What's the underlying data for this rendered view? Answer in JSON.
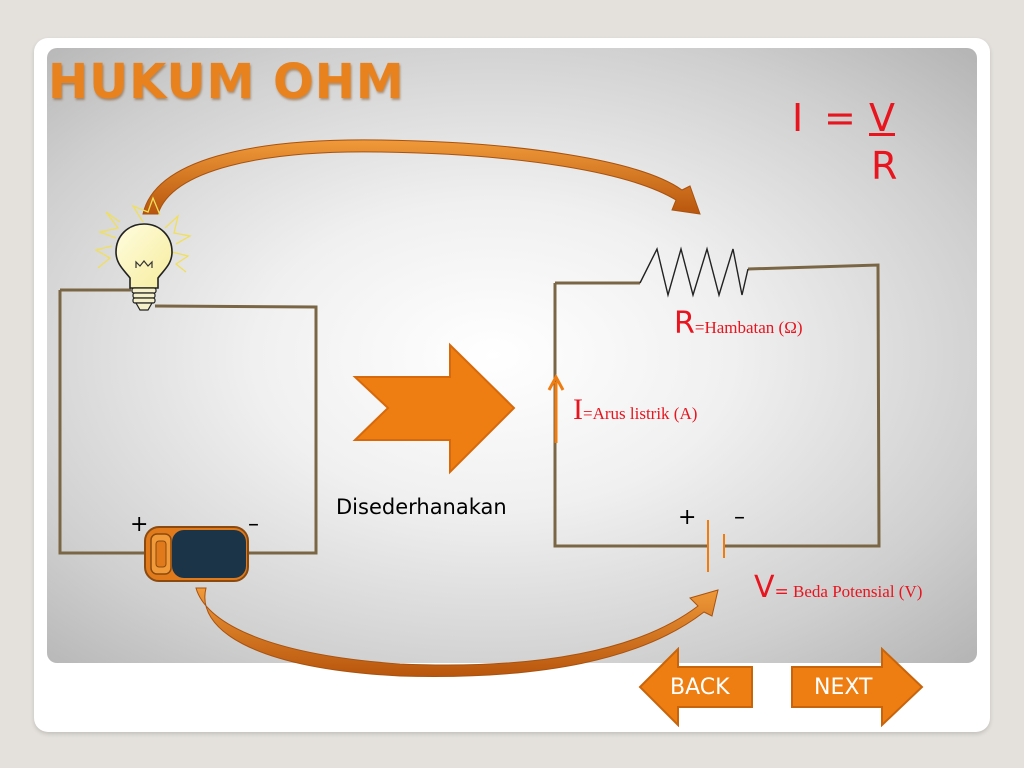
{
  "slide": {
    "title": "HUKUM OHM",
    "formula": {
      "lhs": "I",
      "equals": "=",
      "numerator": "V",
      "denominator": "R"
    },
    "simplify_label": "Disederhanakan",
    "left_circuit": {
      "plus": "+",
      "minus": "–"
    },
    "right_circuit": {
      "plus": "+",
      "minus": "–",
      "r_symbol": "R",
      "r_text": "=Hambatan (Ω)",
      "i_symbol": "I",
      "i_text": "=Arus listrik (A)",
      "v_symbol": "V",
      "v_eq": "=",
      "v_text": " Beda Potensial (V)"
    }
  },
  "nav": {
    "back_label": "BACK",
    "next_label": "NEXT"
  },
  "colors": {
    "accent": "#e8821e",
    "text_red": "#e8141e",
    "wire": "#7a6645",
    "battery_body": "#1c3448"
  }
}
